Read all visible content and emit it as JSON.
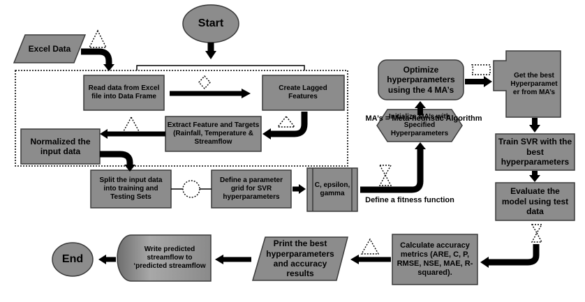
{
  "nodes": {
    "start": "Start",
    "excel_data": "Excel Data",
    "read_data": "Read data from Excel file into Data Frame",
    "create_lagged": "Create Lagged Features",
    "extract_features": "Extract Feature and Targets (Rainfall, Temperature & Streamflow",
    "normalized": "Normalized the input data",
    "split_data": "Split the input data into training and Testing  Sets",
    "param_grid": "Define a parameter grid for SVR hyperparameters",
    "param_list": "C, epsilon, gamma",
    "fitness_label": "Define a fitness function",
    "init_ma": "Initialize MA’s with Specified Hyperparameters",
    "ma_note": "MA’s = Meta-heuristic Algorithm",
    "optimize": "Optimize hyperparameters using the 4 MA’s",
    "get_best": "Get the best Hyperparamet er from MA’s",
    "train_svr": "Train SVR with the best hyperparameters",
    "evaluate": "Evaluate the model using test data",
    "calc_metrics": "Calculate accuracy metrics (ARE, C, P, RMSE, NSE, MAE, R-squared).",
    "print_best": "Print the best hyperparameters and accuracy results",
    "write_pred": "Write predicted streamflow to ‘predicted streamflow",
    "end": "End"
  },
  "colors": {
    "shape_fill": "#8c8c8c",
    "shape_stroke": "#3a3a3a",
    "arrow": "#000000",
    "background": "#ffffff"
  }
}
